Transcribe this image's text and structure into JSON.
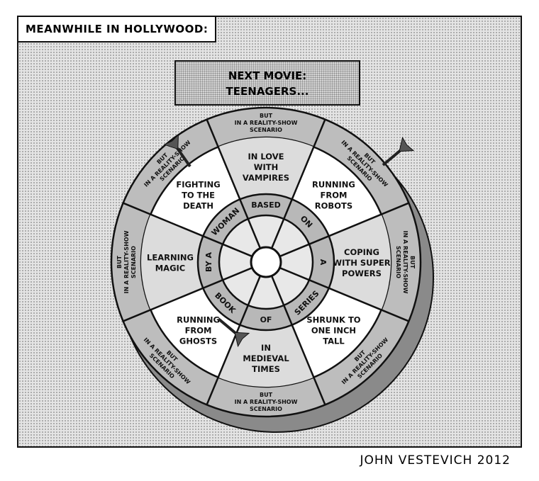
{
  "caption": "MEANWHILE IN HOLLYWOOD:",
  "sign": {
    "line1": "NEXT MOVIE:",
    "line2": "TEENAGERS..."
  },
  "sectors": [
    [
      "IN LOVE",
      "WITH",
      "VAMPIRES"
    ],
    [
      "RUNNING",
      "FROM",
      "ROBOTS"
    ],
    [
      "COPING",
      "WITH SUPER",
      "POWERS"
    ],
    [
      "SHRUNK TO",
      "ONE INCH",
      "TALL"
    ],
    [
      "IN",
      "MEDIEVAL",
      "TIMES"
    ],
    [
      "RUNNING",
      "FROM",
      "GHOSTS"
    ],
    [
      "LEARNING",
      "MAGIC"
    ],
    [
      "FIGHTING",
      "TO THE",
      "DEATH"
    ]
  ],
  "ring_words": [
    "BASED",
    "ON",
    "A",
    "SERIES",
    "OF",
    "BOOK",
    "BY A",
    "WOMAN"
  ],
  "outer_label": [
    "BUT",
    "IN A REALITY-SHOW",
    "SCENARIO"
  ],
  "credit": "JOHN VESTEVICH 2012"
}
